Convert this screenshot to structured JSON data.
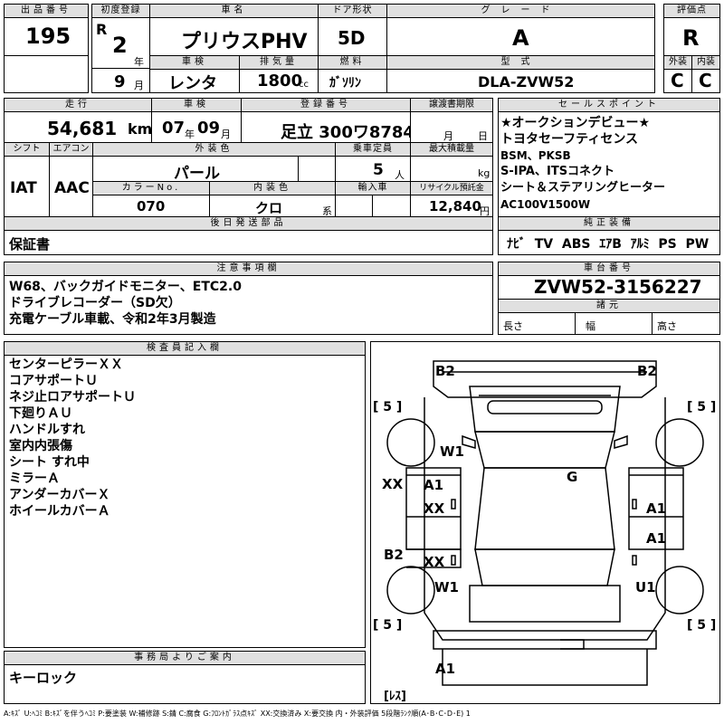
{
  "headers": {
    "lot": "出品番号",
    "first_reg": "初度登録",
    "car_name": "車名",
    "door": "ドア形状",
    "grade": "グレード",
    "score": "評価点",
    "inspection": "車検",
    "displacement": "排気量",
    "fuel": "燃料",
    "model": "型式",
    "exterior": "外装",
    "interior": "内装",
    "mileage": "走行",
    "vehicle_inspection": "車検",
    "reg_number": "登録番号",
    "transfer_deadline": "譲渡書期限",
    "shift": "シフト",
    "aircon": "エアコン",
    "ext_color": "外装色",
    "capacity": "乗車定員",
    "max_load": "最大積載量",
    "color_no": "カラーNo.",
    "int_color": "内装色",
    "import": "輸入車",
    "recycle": "リサイクル預託金",
    "later_parts": "後日発送部品",
    "sales_point": "セールスポイント",
    "equipment": "純正装備",
    "notes": "注意事項欄",
    "chassis": "車台番号",
    "dimensions": "諸元",
    "inspector": "検査員記入欄",
    "office": "事務局よりご案内"
  },
  "lot_number": "195",
  "first_reg": {
    "era": "R",
    "year": "2",
    "year_unit": "年",
    "month": "9",
    "month_unit": "月"
  },
  "car_name": "プリウスPHV",
  "door": "5D",
  "grade": "A",
  "score": "R",
  "history": "レンタ",
  "displacement": "1800",
  "displacement_unit": "cc",
  "fuel": "ｶﾞｿﾘﾝ",
  "model": "DLA-ZVW52",
  "exterior_score": "C",
  "interior_score": "C",
  "mileage": "54,681",
  "mileage_unit": "km",
  "inspection": {
    "year": "07",
    "year_unit": "年",
    "month": "09",
    "month_unit": "月"
  },
  "reg_number": "足立 300ワ8784",
  "transfer_deadline": {
    "month_unit": "月",
    "day_unit": "日"
  },
  "shift": "IAT",
  "aircon": "AAC",
  "ext_color": "パール",
  "capacity": "5",
  "capacity_unit": "人",
  "max_load_unit": "kg",
  "color_no": "070",
  "int_color": "クロ",
  "int_color_unit": "系",
  "recycle": "12,840",
  "recycle_unit": "円",
  "later_parts": "保証書",
  "sales_points": [
    "★オークションデビュー★",
    "トヨタセーフティセンス",
    "BSM、PKSB",
    "S-IPA、ITSコネクト",
    "シート＆ステアリングヒーター",
    "AC100V1500W"
  ],
  "equipment": [
    "ﾅﾋﾞ",
    "TV",
    "ABS",
    "ｴｱB",
    "ｱﾙﾐ",
    "PS",
    "PW"
  ],
  "notes": [
    "W68、バックガイドモニター、ETC2.0",
    "ドライブレコーダー（SD欠）",
    "充電ケーブル車載、令和2年3月製造"
  ],
  "chassis": "ZVW52-3156227",
  "dims": {
    "length": "長さ",
    "width": "幅",
    "height": "高さ"
  },
  "inspector_notes": [
    "センターピラーＸＸ",
    "コアサポートＵ",
    "ネジ止ロアサポートＵ",
    "下廻りＡＵ",
    "ハンドルすれ",
    "室内内張傷",
    "シート すれ中",
    "ミラーＡ",
    "アンダーカバーＸ",
    "ホイールカバーＡ"
  ],
  "office_notes": [
    "キーロック"
  ],
  "diagram": {
    "marks": {
      "b2_fl": "B2",
      "b2_fr": "B2",
      "w1_front": "W1",
      "g": "G",
      "xx_side": "XX",
      "a1_l1": "A1",
      "xx_l1": "XX",
      "b2_l": "B2",
      "xx_l2": "XX",
      "a1_r1": "A1",
      "a1_r2": "A1",
      "w1_rear": "W1",
      "u1": "U1",
      "a1_bottom": "A1"
    },
    "tire_label_left_top": "[ 5 ]",
    "tire_label_right_top": "[ 5 ]",
    "tire_label_left_bottom": "[ 5 ]",
    "tire_label_right_bottom": "[ 5 ]",
    "spare": "[ﾚｽ]"
  },
  "legend": "A:ｷｽﾞ U:ﾍｺﾐ B:ｷｽﾞを伴うﾍｺﾐ P:要塗装 W:補修跡 S:錆 C:腐食 G:ﾌﾛﾝﾄｶﾞﾗｽ点ｷｽﾞ XX:交換済み X:要交換 内・外装評価 5段階ﾗﾝｸ順(A･B･C･D･E) 1"
}
